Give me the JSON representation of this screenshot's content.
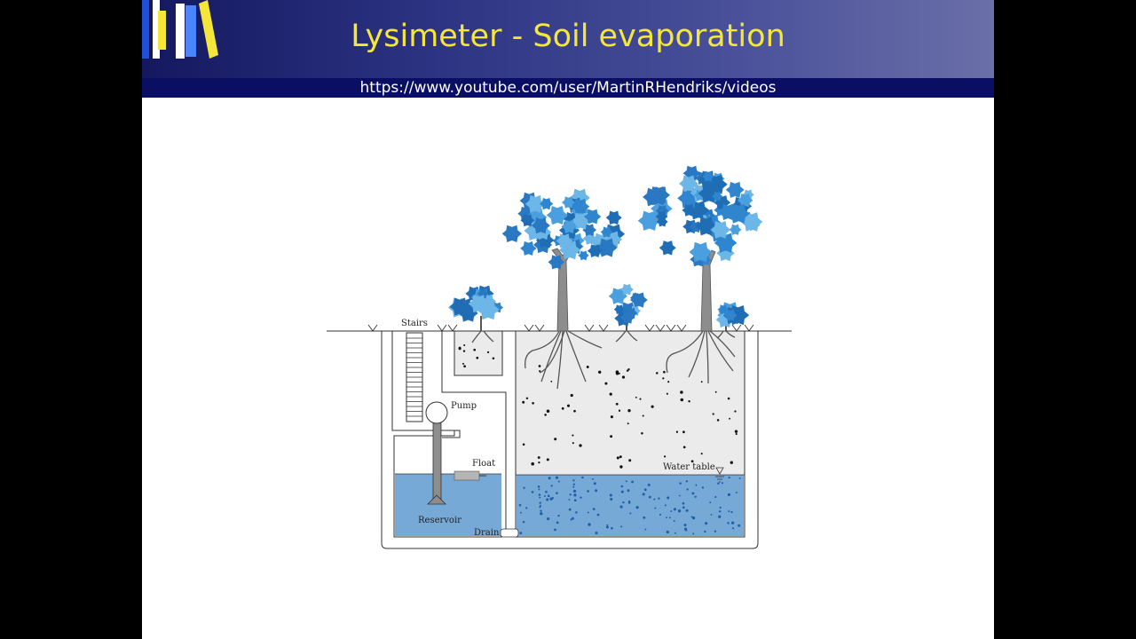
{
  "slide": {
    "title": "Lysimeter - Soil evaporation",
    "url": "https://www.youtube.com/user/MartinRHendriks/videos"
  },
  "diagram": {
    "labels": {
      "stairs": "Stairs",
      "pump": "Pump",
      "float": "Float",
      "reservoir": "Reservoir",
      "drain": "Drain",
      "water_table": "Water table"
    }
  },
  "colors": {
    "header_dark": "#14185f",
    "header_light": "#6a6fa8",
    "title_yellow": "#f5e63a",
    "url_bar": "#0b0f64",
    "water": "#77a9d6",
    "soil": "#ebebeb",
    "tree_foliage": "#2f7fc6",
    "trunk": "#8d8d8d"
  }
}
